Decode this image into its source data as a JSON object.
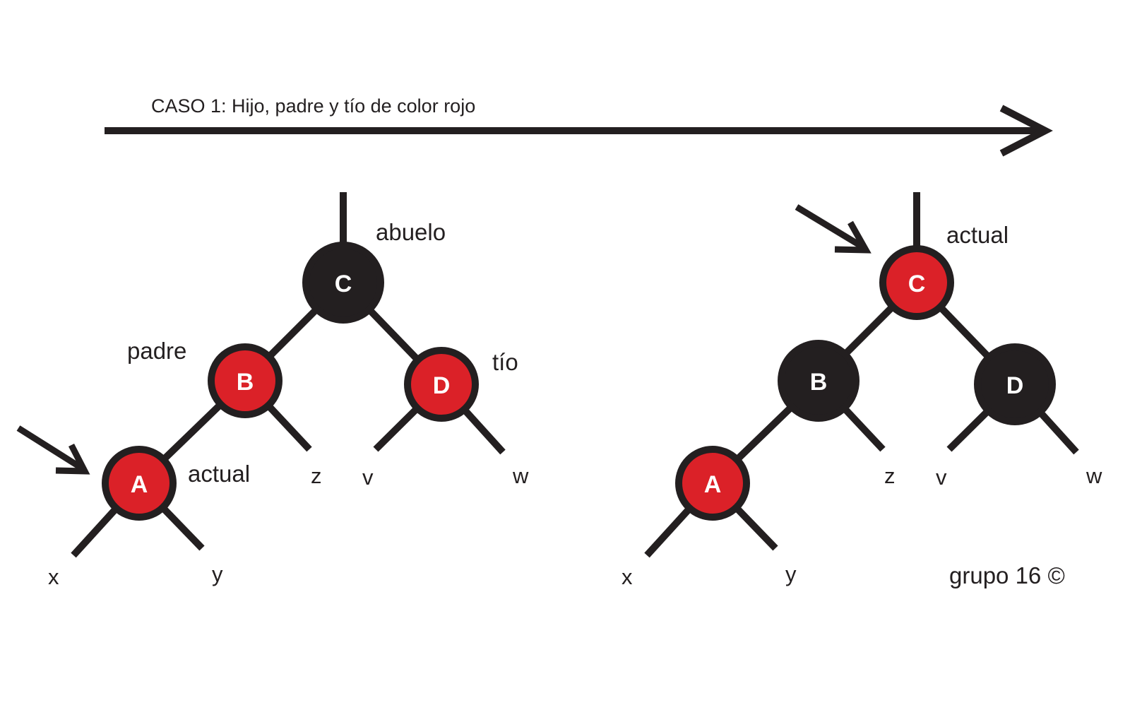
{
  "caption": "CASO 1: Hijo, padre y tío de color rojo",
  "credit": "grupo 16 ©",
  "colors": {
    "red": "#db2128",
    "black": "#231f20",
    "outline": "#231f20"
  },
  "before": {
    "nodes": {
      "C": {
        "letter": "C",
        "color": "black"
      },
      "B": {
        "letter": "B",
        "color": "red"
      },
      "D": {
        "letter": "D",
        "color": "red"
      },
      "A": {
        "letter": "A",
        "color": "red"
      }
    },
    "labels": {
      "grandparent": "abuelo",
      "parent": "padre",
      "uncle": "tío",
      "current": "actual"
    },
    "subtrees": {
      "x": "x",
      "y": "y",
      "z": "z",
      "v": "v",
      "w": "w"
    }
  },
  "after": {
    "nodes": {
      "C": {
        "letter": "C",
        "color": "red"
      },
      "B": {
        "letter": "B",
        "color": "black"
      },
      "D": {
        "letter": "D",
        "color": "black"
      },
      "A": {
        "letter": "A",
        "color": "red"
      }
    },
    "labels": {
      "current": "actual"
    },
    "subtrees": {
      "x": "x",
      "y": "y",
      "z": "z",
      "v": "v",
      "w": "w"
    }
  }
}
